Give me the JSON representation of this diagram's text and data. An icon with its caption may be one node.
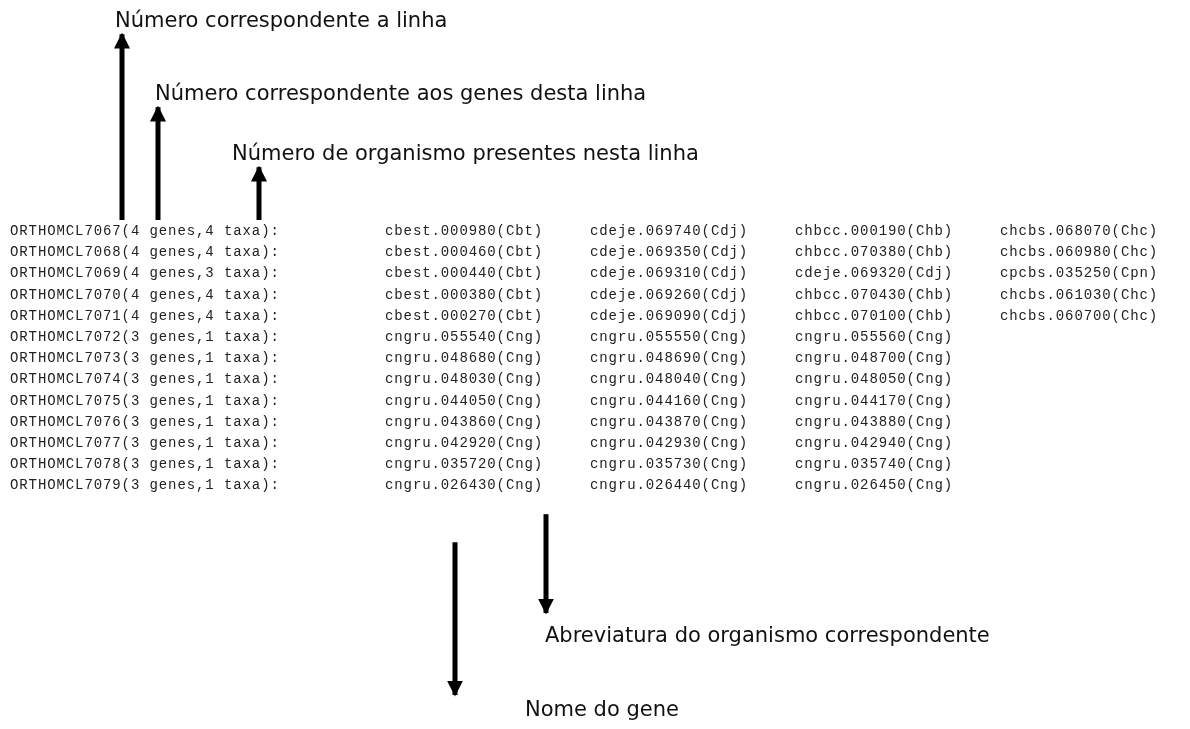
{
  "diagram": {
    "nodes": [
      {
        "text": [
          "Número correspondente a linha"
        ]
      },
      {
        "text": [
          "Número correspondente aos genes desta linha"
        ]
      },
      {
        "text": [
          "Número de organismo presentes nesta linha"
        ]
      },
      {
        "text": [
          "ORTHOMCL7067(4 genes,4 taxa):"
        ]
      },
      {
        "text": [
          "cngru.026430(Cng)"
        ]
      },
      {
        "text": [
          "Abreviatura do organismo correspondente"
        ]
      },
      {
        "text": [
          "Nome do gene"
        ]
      }
    ],
    "edges": [
      {
        "from": 3,
        "to": 0,
        "arrow": "to"
      },
      {
        "from": 3,
        "to": 1,
        "arrow": "to"
      },
      {
        "from": 3,
        "to": 2,
        "arrow": "to"
      },
      {
        "from": 4,
        "to": 5,
        "arrow": "to"
      },
      {
        "from": 4,
        "to": 6,
        "arrow": "to"
      }
    ],
    "labels": [
      "cbest.000980(Cbt)",
      "cdeje.069740(Cdj)",
      "chbcc.000190(Chb)",
      "chcbs.068070(Chc)",
      "ORTHOMCL7068(4 genes,4 taxa):",
      "cbest.000460(Cbt)",
      "cdeje.069350(Cdj)",
      "chbcc.070380(Chb)",
      "chcbs.060980(Chc)",
      "ORTHOMCL7069(4 genes,3 taxa):",
      "cbest.000440(Cbt)",
      "cdeje.069310(Cdj)",
      "cdeje.069320(Cdj)",
      "cpcbs.035250(Cpn)",
      "ORTHOMCL7070(4 genes,4 taxa):",
      "cbest.000380(Cbt)",
      "cdeje.069260(Cdj)",
      "chbcc.070430(Chb)",
      "chcbs.061030(Chc)",
      "ORTHOMCL7071(4 genes,4 taxa):",
      "cbest.000270(Cbt)",
      "cdeje.069090(Cdj)",
      "chbcc.070100(Chb)",
      "chcbs.060700(Chc)",
      "ORTHOMCL7072(3 genes,1 taxa):",
      "cngru.055540(Cng)",
      "cngru.055550(Cng)",
      "cngru.055560(Cng)",
      "ORTHOMCL7073(3 genes,1 taxa):",
      "cngru.048680(Cng)",
      "cngru.048690(Cng)",
      "cngru.048700(Cng)",
      "ORTHOMCL7074(3 genes,1 taxa):",
      "cngru.048030(Cng)",
      "cngru.048040(Cng)",
      "cngru.048050(Cng)",
      "ORTHOMCL7075(3 genes,1 taxa):",
      "cngru.044050(Cng)",
      "cngru.044160(Cng)",
      "cngru.044170(Cng)",
      "ORTHOMCL7076(3 genes,1 taxa):",
      "cngru.043860(Cng)",
      "cngru.043870(Cng)",
      "cngru.043880(Cng)",
      "ORTHOMCL7077(3 genes,1 taxa):",
      "cngru.042920(Cng)",
      "cngru.042930(Cng)",
      "cngru.042940(Cng)",
      "ORTHOMCL7078(3 genes,1 taxa):",
      "cngru.035720(Cng)",
      "cngru.035730(Cng)",
      "cngru.035740(Cng)",
      "ORTHOMCL7079(3 genes,1 taxa):",
      "cngru.026440(Cng)",
      "cngru.026450(Cng)"
    ]
  }
}
